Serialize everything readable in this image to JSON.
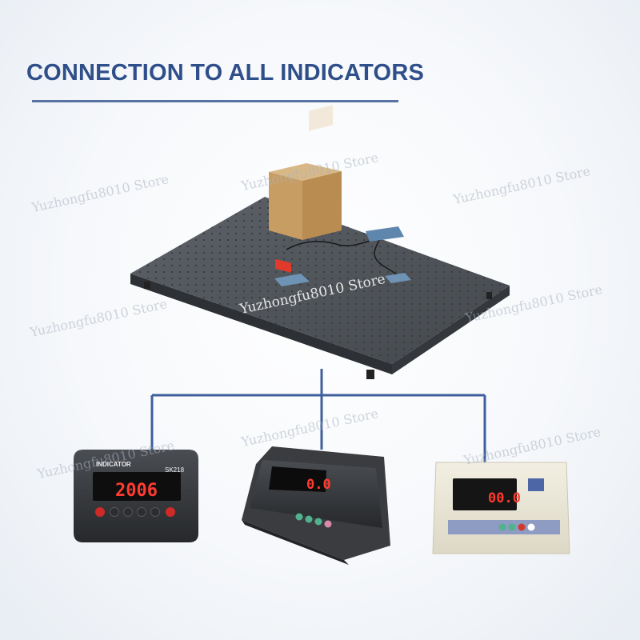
{
  "header": {
    "title": "CONNECTION TO ALL INDICATORS"
  },
  "watermark": {
    "text": "Yuzhongfu8010 Store"
  },
  "indicators": [
    {
      "name": "SK218 indicator",
      "brand_label": "INDICATOR",
      "model": "SK218",
      "display": "2006"
    },
    {
      "name": "desktop indicator",
      "display": "0.0"
    },
    {
      "name": "beige indicator",
      "display": "00.0"
    }
  ],
  "colors": {
    "title": "#2f4f8a",
    "connector": "#3f5f9c",
    "led": "#ff3b2f"
  }
}
